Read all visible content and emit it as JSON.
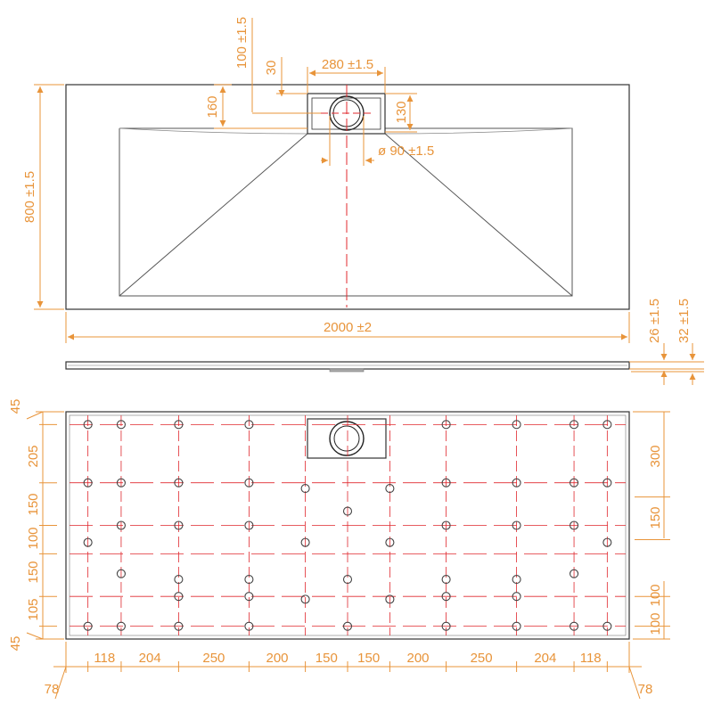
{
  "colors": {
    "outline": "#333333",
    "dimension": "#e8943a",
    "centerline": "#e0282e",
    "foot": "#444444"
  },
  "top_view": {
    "dims": {
      "length": "2000 ±2",
      "width": "800 ±1.5",
      "drain_box_width": "280 ±1.5",
      "drain_offset": "100 ±1.5",
      "drain_inset": "30",
      "drain_box_depth": "160",
      "drain_inner_depth": "130",
      "drain_diameter": "ø 90 ±1.5"
    }
  },
  "side_view": {
    "dims": {
      "thickness_edge": "26 ±1.5",
      "thickness_total": "32 ±1.5"
    }
  },
  "bottom_view": {
    "left_dims": [
      "45",
      "205",
      "150",
      "100",
      "150",
      "105",
      "45"
    ],
    "right_dims": [
      "300",
      "150",
      "100",
      "100"
    ],
    "bottom_dims": [
      "118",
      "204",
      "250",
      "200",
      "150",
      "150",
      "200",
      "250",
      "204",
      "118"
    ],
    "edge_offset_left": "78",
    "edge_offset_right": "78"
  }
}
